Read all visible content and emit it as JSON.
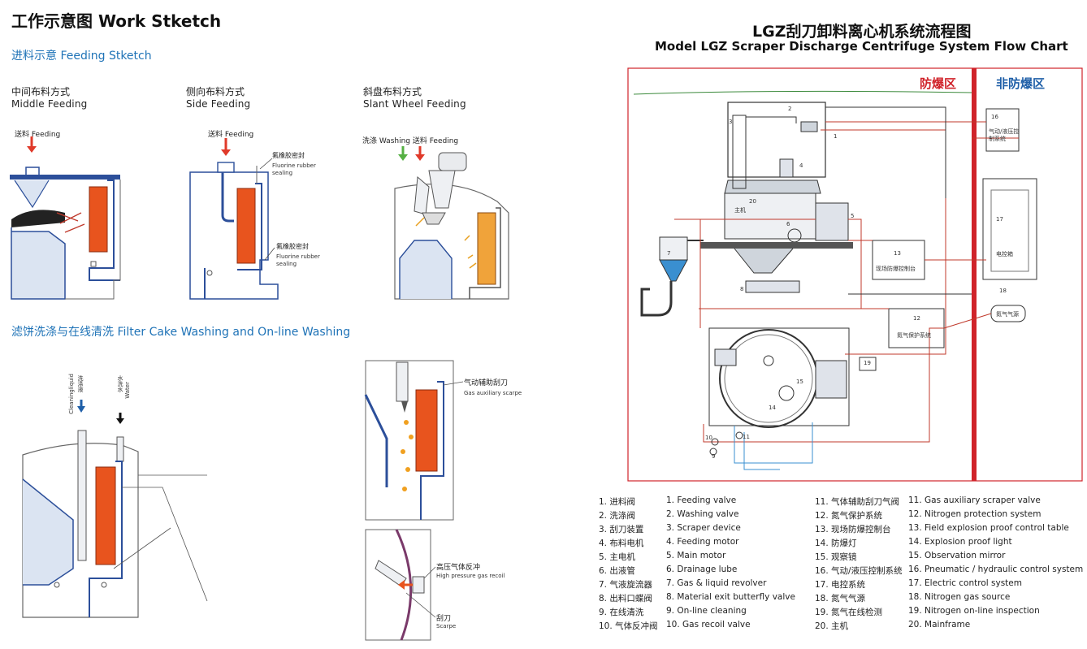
{
  "left": {
    "title": "工作示意图 Work Stketch",
    "feeding_section": "进料示意  Feeding Stketch",
    "modes": [
      {
        "zh": "中间布料方式",
        "en": "Middle Feeding"
      },
      {
        "zh": "侧向布料方式",
        "en": "Side Feeding"
      },
      {
        "zh": "斜盘布料方式",
        "en": "Slant Wheel Feeding"
      }
    ],
    "feed_label": "送料  Feeding",
    "wash_feed_label": "洗涤 Washing 送料  Feeding",
    "fluorine_zh": "氟橡胶密封",
    "fluorine_en": "Fluorine rubber sealing",
    "washing_section": "滤饼洗涤与在线清洗    Filter Cake Washing and On-line Washing",
    "cleaning_zh": "洗涤液",
    "cleaning_en": "Cleaningliquid",
    "water_zh": "水洗水",
    "water_en": "Water",
    "gas_aux_zh": "气动辅助刮刀",
    "gas_aux_en": "Gas auxiliary scarpe",
    "hp_gas_zh": "高压气体反冲",
    "hp_gas_en": "High pressure gas recoil",
    "scraper_zh": "刮刀",
    "scraper_en": "Scarpe"
  },
  "right": {
    "title_zh": "LGZ刮刀卸料离心机系统流程图",
    "title_en": "Model LGZ Scraper Discharge Centrifuge System Flow Chart",
    "zone_explosion": "防爆区",
    "zone_non_explosion": "非防爆区",
    "box_labels": {
      "b16": "气动/液压控制系统",
      "b17": "电控箱",
      "b13": "现场防爆控制台",
      "b12": "氮气保护系统",
      "b18": "氮气气源",
      "main": "主机"
    },
    "numbers": [
      "1",
      "2",
      "3",
      "4",
      "5",
      "6",
      "7",
      "8",
      "9",
      "10",
      "11",
      "12",
      "13",
      "14",
      "15",
      "16",
      "17",
      "18",
      "19",
      "20"
    ],
    "legend": [
      {
        "zh": "1. 进料阀",
        "en": "1. Feeding valve"
      },
      {
        "zh": "2. 洗涤阀",
        "en": "2. Washing valve"
      },
      {
        "zh": "3. 刮刀装置",
        "en": "3. Scraper device"
      },
      {
        "zh": "4. 布料电机",
        "en": "4. Feeding motor"
      },
      {
        "zh": "5. 主电机",
        "en": "5. Main motor"
      },
      {
        "zh": "6. 出液管",
        "en": "6. Drainage lube"
      },
      {
        "zh": "7. 气液旋流器",
        "en": "7. Gas & liquid revolver"
      },
      {
        "zh": "8. 出料口蝶阀",
        "en": "8. Material exit butterfly valve"
      },
      {
        "zh": "9. 在线清洗",
        "en": "9. On-line cleaning"
      },
      {
        "zh": "10. 气体反冲阀",
        "en": "10. Gas recoil valve"
      },
      {
        "zh": "11. 气体辅助刮刀气阀",
        "en": "11. Gas auxiliary scraper valve"
      },
      {
        "zh": "12. 氮气保护系统",
        "en": "12. Nitrogen protection system"
      },
      {
        "zh": "13. 现场防爆控制台",
        "en": "13. Field explosion proof control table"
      },
      {
        "zh": "14. 防爆灯",
        "en": "14.  Explosion proof light"
      },
      {
        "zh": "15. 观察镜",
        "en": "15. Observation mirror"
      },
      {
        "zh": "16. 气动/液压控制系统",
        "en": "16. Pneumatic / hydraulic control system"
      },
      {
        "zh": "17. 电控系统",
        "en": "17. Electric control system"
      },
      {
        "zh": "18. 氮气气源",
        "en": "18. Nitrogen gas source"
      },
      {
        "zh": "19. 氮气在线检测",
        "en": "19. Nitrogen on-line inspection"
      },
      {
        "zh": "20. 主机",
        "en": "20. Mainframe"
      }
    ]
  },
  "colors": {
    "accent_blue": "#1f73b7",
    "zone_red": "#d0232a",
    "zone_blue": "#1f5fa8",
    "cake_orange": "#e8541e",
    "machine_blue": "#2c4f9a",
    "arrow_red": "#e03a2a",
    "arrow_green": "#55b043"
  }
}
